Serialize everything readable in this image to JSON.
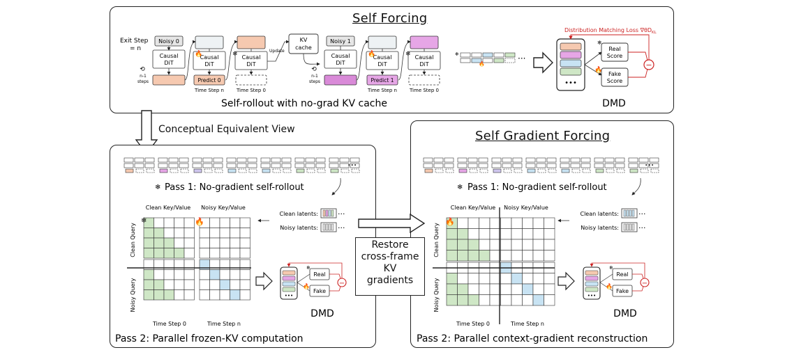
{
  "top": {
    "title": "Self Forcing",
    "exit_step": "Exit Step",
    "exit_eq": "= n",
    "noisy0": "Noisy 0",
    "noisy1": "Noisy 1",
    "causal_dit": "Causal\nDiT",
    "n_minus_1": "n-1",
    "steps": "steps",
    "predict0": "Predict 0",
    "predict1": "Predict 1",
    "time_step_n": "Time Step n",
    "time_step_0": "Time Step 0",
    "update": "Update",
    "kv_cache": "KV\ncache",
    "ellipsis": "···",
    "caption": "Self-rollout with no-grad KV cache",
    "dmd_label": "DMD",
    "dist_loss": "Distribution Matching Loss ∇θD",
    "kl": "KL",
    "real_score": "Real\nScore",
    "fake_score": "Fake\nScore",
    "minus": "−"
  },
  "arrow_label": "Conceptual Equivalent View",
  "restore": "Restore\ncross-frame\nKV\ngradients",
  "left": {
    "pass1": "Pass 1: No-gradient self-rollout",
    "clean_kv": "Clean Key/Value",
    "noisy_kv": "Noisy Key/Value",
    "clean_query": "Clean Query",
    "noisy_query": "Noisy Query",
    "clean_latents": "Clean latents:",
    "noisy_latents": "Noisy latents:",
    "ts0": "Time Step 0",
    "tsn": "Time Step n",
    "dmd": "DMD",
    "real": "Real",
    "fake": "Fake",
    "pass2": "Pass 2: Parallel frozen-KV computation"
  },
  "right": {
    "title": "Self Gradient Forcing",
    "pass1": "Pass 1: No-gradient self-rollout",
    "clean_kv": "Clean Key/Value",
    "noisy_kv": "Noisy Key/Value",
    "clean_query": "Clean Query",
    "noisy_query": "Noisy Query",
    "clean_latents": "Clean latents:",
    "noisy_latents": "Noisy latents:",
    "ts0": "Time Step 0",
    "tsn": "Time Step n",
    "dmd": "DMD",
    "real": "Real",
    "fake": "Fake",
    "pass2": "Pass 2: Parallel context-gradient reconstruction"
  },
  "colors": {
    "peach": "#f6c9b0",
    "pink": "#e6a6e6",
    "green": "#cfe7c6",
    "blue": "#c8e3f3",
    "lavender": "#cfc6ee",
    "gray": "#e6e6e6",
    "red": "#cc2222"
  }
}
